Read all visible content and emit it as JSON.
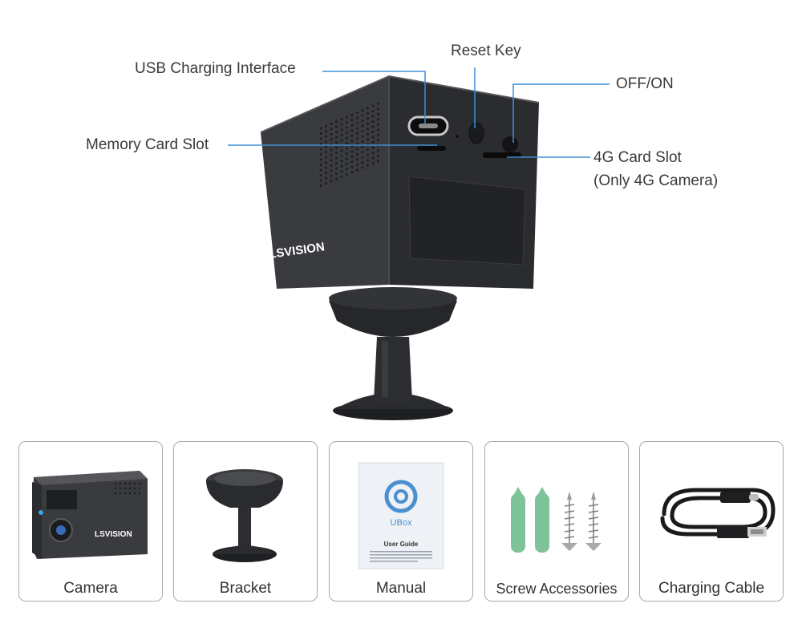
{
  "brand": "LSVISION",
  "callouts": {
    "usb": "USB Charging Interface",
    "reset": "Reset Key",
    "offon": "OFF/ON",
    "memory": "Memory Card Slot",
    "sim_line1": "4G Card Slot",
    "sim_line2": "(Only 4G Camera)"
  },
  "items": [
    {
      "label": "Camera"
    },
    {
      "label": "Bracket"
    },
    {
      "label": "Manual"
    },
    {
      "label": "Screw Accessories"
    },
    {
      "label": "Charging Cable"
    }
  ],
  "manual": {
    "app_name": "UBox",
    "doc_title": "User Guide"
  },
  "colors": {
    "leader": "#3d8fd6",
    "device": "#3e3f42",
    "brand_red": "#d2232a",
    "anchor_green": "#7ec39a"
  }
}
